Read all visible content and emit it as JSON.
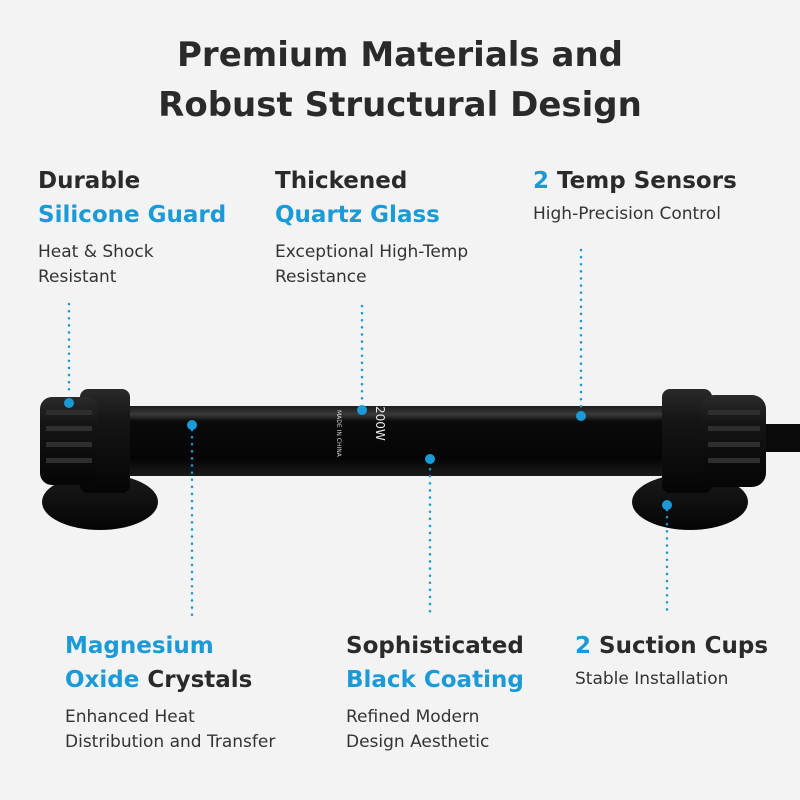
{
  "title": {
    "line1": "Premium Materials and",
    "line2": "Robust Structural Design"
  },
  "features": {
    "silicone_guard": {
      "line1": "Durable",
      "line2_accent": "Silicone Guard",
      "desc_line1": "Heat & Shock",
      "desc_line2": "Resistant"
    },
    "quartz_glass": {
      "line1": "Thickened",
      "line2_accent": "Quartz Glass",
      "desc_line1": "Exceptional High-Temp",
      "desc_line2": "Resistance"
    },
    "temp_sensors": {
      "count_accent": "2",
      "line1_rest": " Temp Sensors",
      "desc_line1": "High-Precision Control"
    },
    "magnesium_oxide": {
      "line1_accent": "Magnesium",
      "line2_accent": "Oxide",
      "line2_rest": " Crystals",
      "desc_line1": "Enhanced Heat",
      "desc_line2": "Distribution and Transfer"
    },
    "black_coating": {
      "line1": "Sophisticated",
      "line2_accent": "Black Coating",
      "desc_line1": "Refined Modern",
      "desc_line2": "Design Aesthetic"
    },
    "suction_cups": {
      "count_accent": "2",
      "line1_rest": " Suction Cups",
      "desc_line1": "Stable Installation"
    }
  },
  "product": {
    "wattage_label": "200W",
    "origin_label": "MADE IN CHINA"
  },
  "colors": {
    "accent": "#1a9ad6",
    "text": "#2a2a2a",
    "background": "#f3f3f3",
    "heater": "#0b0b0b"
  }
}
